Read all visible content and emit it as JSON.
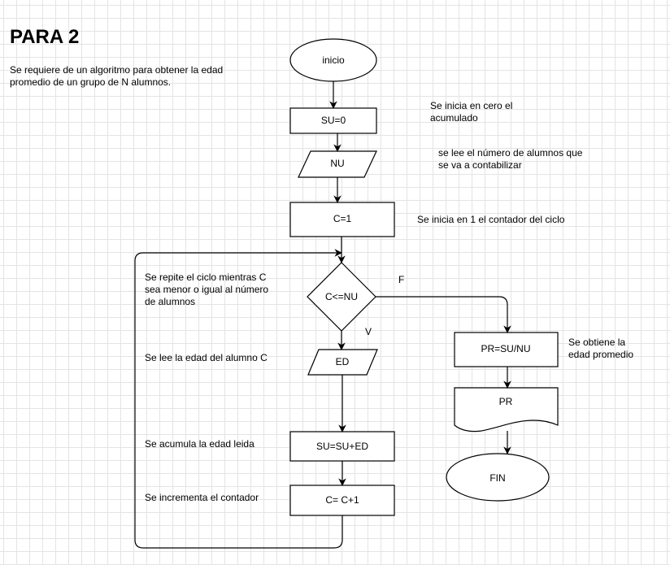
{
  "title": "PARA 2",
  "problem_statement": "Se requiere de un algoritmo para obtener la edad\npromedio de un grupo de N alumnos.",
  "nodes": {
    "inicio": "inicio",
    "su_init": "SU=0",
    "read_nu": "NU",
    "c_init": "C=1",
    "decision": "C<=NU",
    "read_ed": "ED",
    "accumulate": "SU=SU+ED",
    "increment": "C= C+1",
    "average": "PR=SU/NU",
    "output": "PR",
    "fin": "FIN"
  },
  "branch_labels": {
    "false": "F",
    "true": "V"
  },
  "annotations": {
    "su_init": "Se inicia en cero el\nacumulado",
    "read_nu": "se lee el número de alumnos que\nse va a contabilizar",
    "c_init": "Se inicia en 1 el contador del ciclo",
    "loop": "Se repite el ciclo mientras C\nsea menor o igual al número\nde alumnos",
    "read_ed": "Se lee la edad del alumno C",
    "accumulate": "Se acumula la edad leida",
    "increment": "Se incrementa el contador",
    "average": "Se obtiene la\nedad promedio"
  }
}
